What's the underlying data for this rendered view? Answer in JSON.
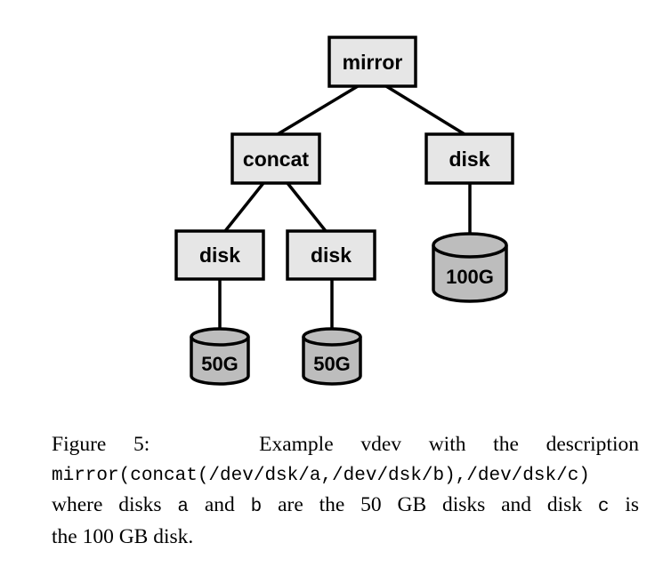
{
  "diagram": {
    "nodes": {
      "mirror": "mirror",
      "concat": "concat",
      "disk_c": "disk",
      "disk_a": "disk",
      "disk_b": "disk"
    },
    "cylinders": {
      "c": "100G",
      "a": "50G",
      "b": "50G"
    },
    "colors": {
      "box_fill": "#e6e6e6",
      "cylinder_fill": "#bdbdbd",
      "stroke": "#000000"
    }
  },
  "caption": {
    "label": "Figure 5:",
    "line1_text": "Example vdev with the description",
    "line2_code": "mirror(concat(/dev/dsk/a,/dev/dsk/b),/dev/dsk/c)",
    "line3_pre": "where disks",
    "line3_code_a": "a",
    "line3_mid": "and",
    "line3_code_b": "b",
    "line3_post": "are the 50 GB disks and disk",
    "line3_code_c": "c",
    "line3_end": "is",
    "line4": "the 100 GB disk."
  }
}
